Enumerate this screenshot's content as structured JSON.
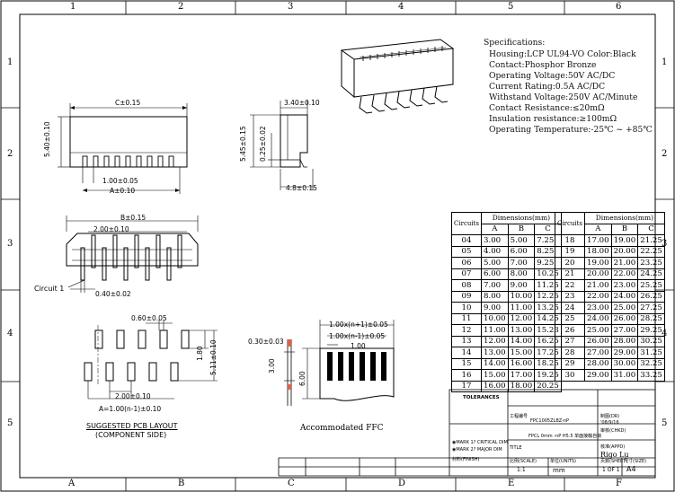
{
  "ruler": {
    "top": [
      "1",
      "2",
      "3",
      "4",
      "5",
      "6"
    ],
    "bottom": [
      "A",
      "B",
      "C",
      "D",
      "E",
      "F"
    ],
    "left": [
      "1",
      "2",
      "3",
      "4",
      "5"
    ],
    "right": [
      "1",
      "2",
      "3",
      "4",
      "5"
    ]
  },
  "specifications": {
    "title": "Specifications:",
    "lines": [
      "Housing:LCP UL94-VO Color:Black",
      "Contact:Phosphor Bronze",
      "Operating Voltage:50V AC/DC",
      "Current Rating:0.5A AC/DC",
      "Withstand Voltage:250V AC/Minute",
      "Contact Resistance:≤20mΩ",
      "Insulation resistance:≥100mΩ",
      "Operating Temperature:-25℃ ~ +85℃"
    ]
  },
  "front_view": {
    "dim_c": "C±0.15",
    "dim_height": "5.40±0.10",
    "dim_pitch": "1.00±0.05",
    "dim_a": "A±0.10"
  },
  "side_view": {
    "dim_top": "3.40±0.10",
    "dim_height": "5.45±0.15",
    "dim_inner": "0.25±0.02",
    "dim_bottom": "4.8±0.15"
  },
  "top_view": {
    "dim_b": "B±0.15",
    "dim_pitch": "2.00±0.10",
    "dim_lead": "0.40±0.02",
    "circuit_label": "Circuit 1"
  },
  "pcb_layout": {
    "dim_pad": "0.60±0.05",
    "dim_len": "1.80",
    "dim_span": "5.11±0.10",
    "dim_pitch": "2.00±0.10",
    "dim_a": "A=1.00(n-1)±0.10",
    "caption1": "SUGGESTED PCB LAYOUT",
    "caption2": "(COMPONENT SIDE)"
  },
  "ffc": {
    "dim1": "1.00x(n+1)±0.05",
    "dim2": "1.00x(n-1)±0.05",
    "dim3": "1.00",
    "dim_left": "0.30±0.03",
    "dim_v1": "3.00",
    "dim_v2": "6.00",
    "caption": "Accommodated FFC"
  },
  "dim_table": {
    "header_circuits": "Circuits",
    "header_dims": "Dimensions(mm)",
    "col_a": "A",
    "col_b": "B",
    "col_c": "C",
    "left_rows": [
      [
        "04",
        "3.00",
        "5.00",
        "7.25"
      ],
      [
        "05",
        "4.00",
        "6.00",
        "8.25"
      ],
      [
        "06",
        "5.00",
        "7.00",
        "9.25"
      ],
      [
        "07",
        "6.00",
        "8.00",
        "10.25"
      ],
      [
        "08",
        "7.00",
        "9.00",
        "11.25"
      ],
      [
        "09",
        "8.00",
        "10.00",
        "12.25"
      ],
      [
        "10",
        "9.00",
        "11.00",
        "13.25"
      ],
      [
        "11",
        "10.00",
        "12.00",
        "14.25"
      ],
      [
        "12",
        "11.00",
        "13.00",
        "15.23"
      ],
      [
        "13",
        "12.00",
        "14.00",
        "16.25"
      ],
      [
        "14",
        "13.00",
        "15.00",
        "17.25"
      ],
      [
        "15",
        "14.00",
        "16.00",
        "18.25"
      ],
      [
        "16",
        "15.00",
        "17.00",
        "19.25"
      ],
      [
        "17",
        "16.00",
        "18.00",
        "20.25"
      ]
    ],
    "right_rows": [
      [
        "18",
        "17.00",
        "19.00",
        "21.25"
      ],
      [
        "19",
        "18.00",
        "20.00",
        "22.25"
      ],
      [
        "20",
        "19.00",
        "21.00",
        "23.25"
      ],
      [
        "21",
        "20.00",
        "22.00",
        "24.25"
      ],
      [
        "22",
        "21.00",
        "23.00",
        "25.25"
      ],
      [
        "23",
        "22.00",
        "24.00",
        "26.25"
      ],
      [
        "24",
        "23.00",
        "25.00",
        "27.25"
      ],
      [
        "25",
        "24.00",
        "26.00",
        "28.25"
      ],
      [
        "26",
        "25.00",
        "27.00",
        "29.25"
      ],
      [
        "27",
        "26.00",
        "28.00",
        "30.25"
      ],
      [
        "28",
        "27.00",
        "29.00",
        "31.25"
      ],
      [
        "29",
        "28.00",
        "30.00",
        "32.25"
      ],
      [
        "30",
        "29.00",
        "31.00",
        "33.25"
      ]
    ]
  },
  "title_block": {
    "tolerances": "TOLERANCES",
    "part_label": "工程编号",
    "part_no": "FPC1005ZLBZ-nP",
    "draw_label": "制图(DR)",
    "draw_date": "'08/9/16",
    "check_label": "审核(CHKD)",
    "approve_label": "核准(APPD)",
    "title_label": "TITLE",
    "title_text": "FPCL 0mm -nP H5.5 单面接触自锁",
    "drawer": "Rigo Lu",
    "scale_label": "比例(SCALE)",
    "scale": "1:1",
    "unit_label": "单位(UNITS)",
    "unit": "mm",
    "sheet_label": "页数(SHEET)",
    "sheet": "1 OF 1",
    "size_label": "尺寸(SIZE)",
    "size": "A4",
    "critical": "◉MARK 1? CRITICAL DIM",
    "major": "◉MARK 2? MAJOR DIM",
    "material": "材料(FINISH)"
  }
}
